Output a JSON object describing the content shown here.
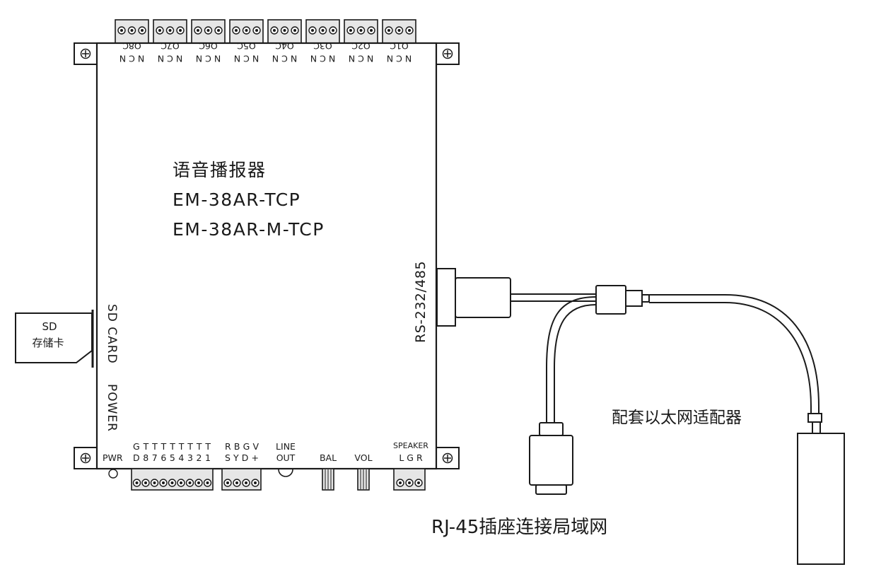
{
  "device": {
    "name": "语音播报器",
    "model_1": "EM-38AR-TCP",
    "model_2": "EM-38AR-M-TCP"
  },
  "top_outputs": [
    {
      "name": "O8C",
      "nc": "N C N"
    },
    {
      "name": "O7C",
      "nc": "N C N"
    },
    {
      "name": "O6C",
      "nc": "N C N"
    },
    {
      "name": "O5C",
      "nc": "N C N"
    },
    {
      "name": "O4C",
      "nc": "N C N"
    },
    {
      "name": "O3C",
      "nc": "N C N"
    },
    {
      "name": "O2C",
      "nc": "N C N"
    },
    {
      "name": "O1C",
      "nc": "N C N"
    }
  ],
  "side_labels": {
    "sd_card": "SD CARD",
    "power": "POWER",
    "rs": "RS-232/485"
  },
  "sd_tag": {
    "line1": "SD",
    "line2": "存储卡"
  },
  "bottom_labels": {
    "pwr": "PWR",
    "t_top": "G T T T T T T T T",
    "t_bot": "D 8 7 6 5 4 3 2 1",
    "rbgv_top": "R B G V",
    "rbgv_bot": "S Y D +",
    "line_top": "LINE",
    "line_bot": "OUT",
    "bal": "BAL",
    "vol": "VOL",
    "speaker_top": "SPEAKER",
    "speaker_bot": "L  G  R"
  },
  "captions": {
    "adapter": "配套以太网适配器",
    "rj45": "RJ-45插座连接局域网"
  },
  "icons": {
    "mount_hole": "circle-plus-icon"
  }
}
